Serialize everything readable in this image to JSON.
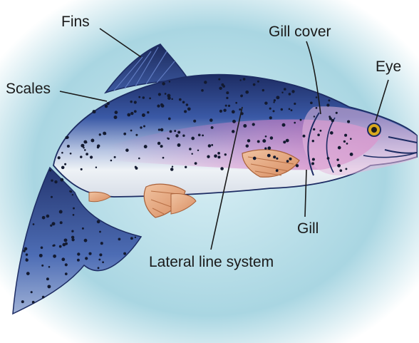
{
  "diagram": {
    "labels": {
      "fins": "Fins",
      "scales": "Scales",
      "gill_cover": "Gill cover",
      "eye": "Eye",
      "gill": "Gill",
      "lateral_line": "Lateral line system"
    },
    "colors": {
      "background": "#a9d6e2",
      "body_dark": "#1d2c63",
      "body_blue": "#3a59a6",
      "belly": "#eef2f6",
      "pink_stripe": "#d784c8",
      "fin_orange": "#e3a882",
      "eye": "#d9a81e",
      "spots": "#131a30",
      "leader_line": "#1a1a1a"
    }
  }
}
